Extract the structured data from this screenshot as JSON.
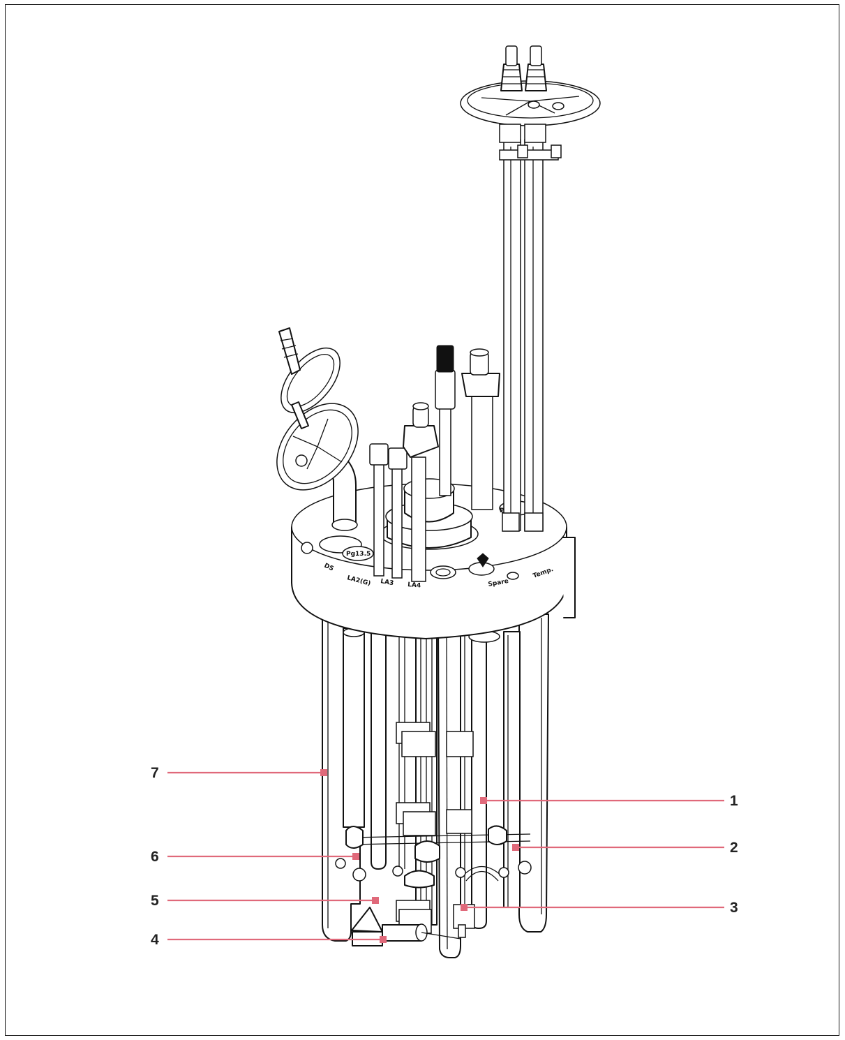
{
  "diagram": {
    "callouts": [
      {
        "id": "1",
        "label": "1",
        "side": "right"
      },
      {
        "id": "2",
        "label": "2",
        "side": "right"
      },
      {
        "id": "3",
        "label": "3",
        "side": "right"
      },
      {
        "id": "4",
        "label": "4",
        "side": "left"
      },
      {
        "id": "5",
        "label": "5",
        "side": "left"
      },
      {
        "id": "6",
        "label": "6",
        "side": "left"
      },
      {
        "id": "7",
        "label": "7",
        "side": "left"
      }
    ],
    "headplate_labels": {
      "pg_left": "Pg13.5",
      "pg_right": "Pg",
      "la2": "LA2(G)",
      "la3": "LA3",
      "la4": "LA4",
      "ds": "DS",
      "spare": "Spare",
      "temp": "Temp."
    },
    "colors": {
      "callout_line": "#e0697a",
      "ink": "#111111",
      "frame": "#1a1a1a"
    }
  }
}
